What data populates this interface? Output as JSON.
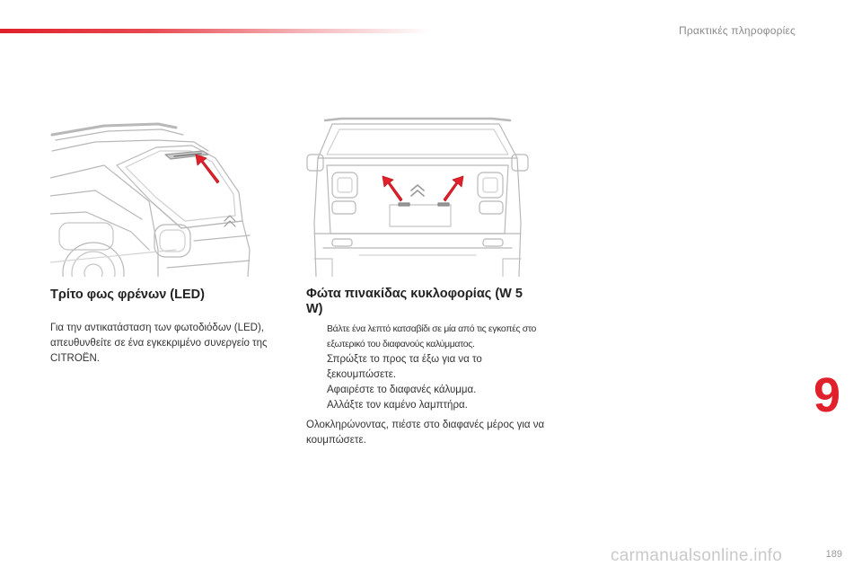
{
  "header": {
    "section_title": "Πρακτικές πληροφορίες"
  },
  "left_section": {
    "heading": "Τρίτο φως φρένων (LED)",
    "body": "Για την αντικατάσταση των φωτοδιόδων (LED), απευθυνθείτε σε ένα εγκεκριμένο συνεργείο της CITROËN."
  },
  "right_section": {
    "heading": "Φώτα πινακίδας κυκλοφορίας (W 5 W)",
    "bullet_glyph": "",
    "steps": [
      "Βάλτε ένα λεπτό κατσαβίδι σε μία από τις εγκοπές στο εξωτερικό του διαφανούς καλύμματος.",
      "Σπρώξτε το προς τα έξω για να το ξεκουμπώσετε.",
      "Αφαιρέστε το διαφανές κάλυμμα.",
      "Αλλάξτε τον καμένο λαμπτήρα."
    ],
    "note": "Ολοκληρώνοντας, πιέστε στο διαφανές μέρος για να κουμπώσετε."
  },
  "chapter_number": "9",
  "page_number": "189",
  "watermark": "carmanualsonline.info",
  "colors": {
    "accent": "#e0202a",
    "line_art": "#b8b8b8",
    "arrow": "#e0202a"
  }
}
